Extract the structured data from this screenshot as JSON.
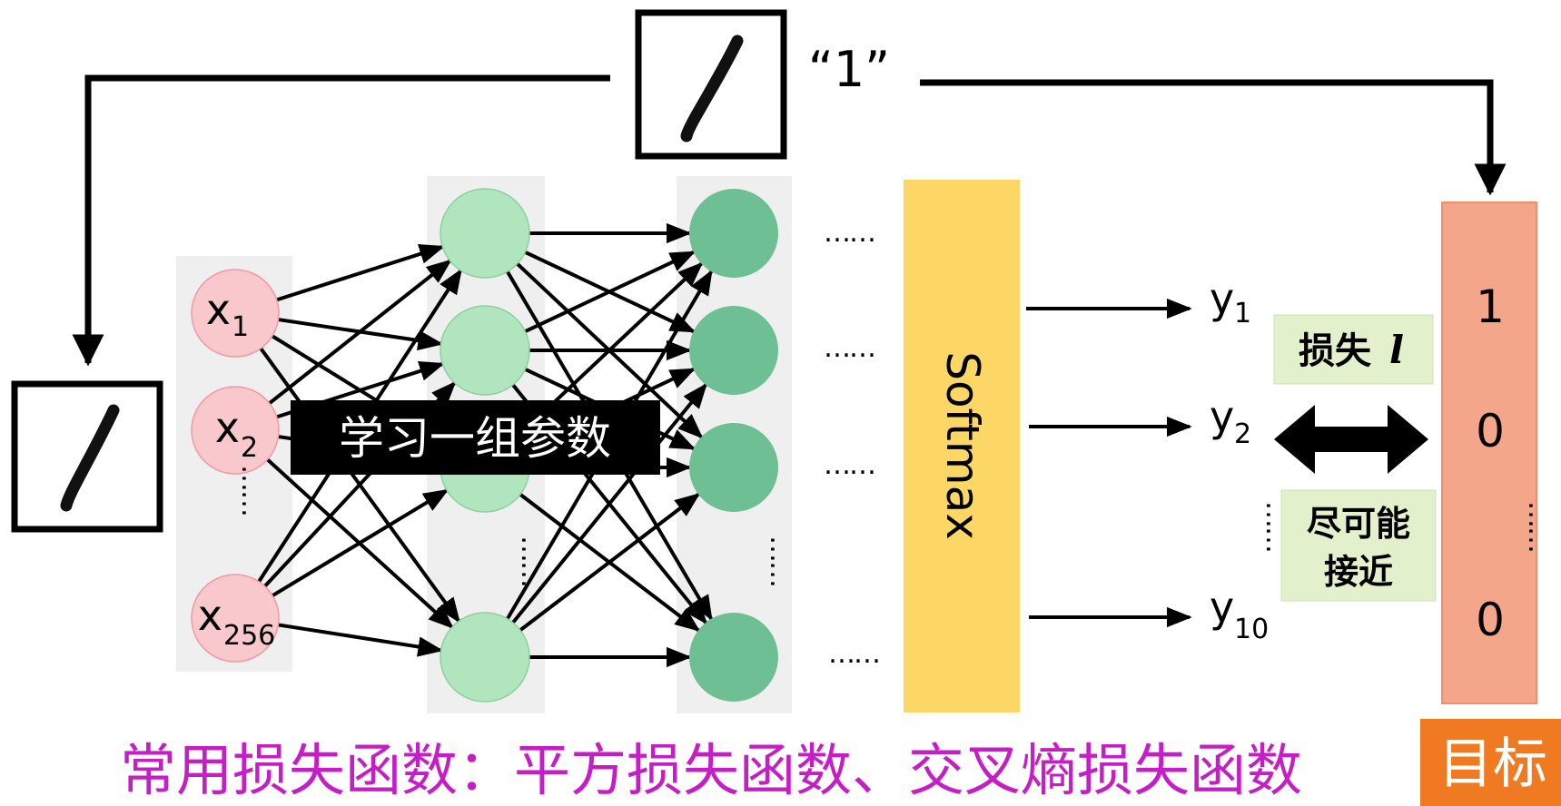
{
  "top_label": "“1”",
  "input_nodes": [
    {
      "base": "x",
      "sub": "1"
    },
    {
      "base": "x",
      "sub": "2"
    },
    {
      "base": "x",
      "sub": "256"
    }
  ],
  "learn_params_label": "学习一组参数",
  "softmax_label": "Softmax",
  "outputs": [
    {
      "base": "y",
      "sub": "1"
    },
    {
      "base": "y",
      "sub": "2"
    },
    {
      "base": "y",
      "sub": "10"
    }
  ],
  "loss_label": "损失",
  "loss_symbol": "l",
  "approach_line1": "尽可能",
  "approach_line2": "接近",
  "target_values": [
    "1",
    "0",
    "0"
  ],
  "target_label": "目标",
  "bottom_caption": "常用损失函数：平方损失函数、交叉熵损失函数",
  "ellipsis": "……",
  "colors": {
    "input_node": "#f8c8cc",
    "hidden1_node": "#b1e5bd",
    "hidden2_node": "#6fbf95",
    "softmax": "#fdd766",
    "target_box": "#f4a68a",
    "target_tag": "#ef7a22",
    "loss_box": "#e3f0cc",
    "caption": "#c41fc4"
  }
}
